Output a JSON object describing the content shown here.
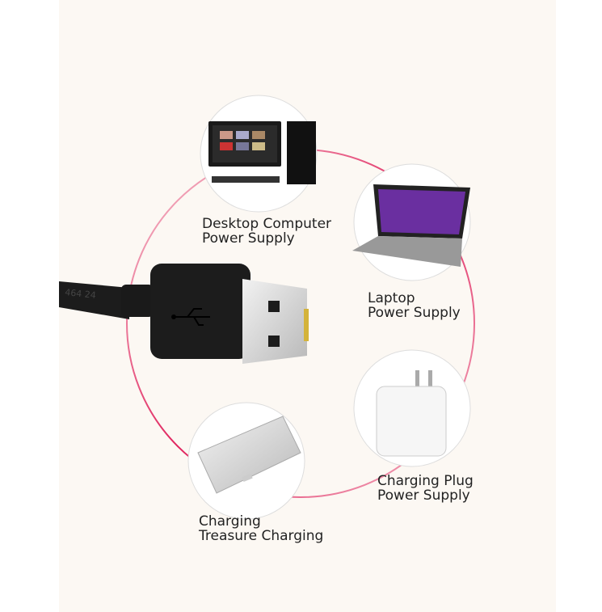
{
  "colors": {
    "ring": "#e0245e",
    "panel": "#fcf8f3"
  },
  "items": [
    {
      "line1": "Desktop Computer",
      "line2": "Power Supply",
      "icon": "desktop-computer-icon"
    },
    {
      "line1": "Laptop",
      "line2": "Power Supply",
      "icon": "laptop-icon"
    },
    {
      "line1": "Charging Plug",
      "line2": "Power Supply",
      "icon": "charging-plug-icon"
    },
    {
      "line1": "Charging",
      "line2": "Treasure Charging",
      "icon": "power-bank-icon"
    }
  ],
  "cable_print": "464    24"
}
